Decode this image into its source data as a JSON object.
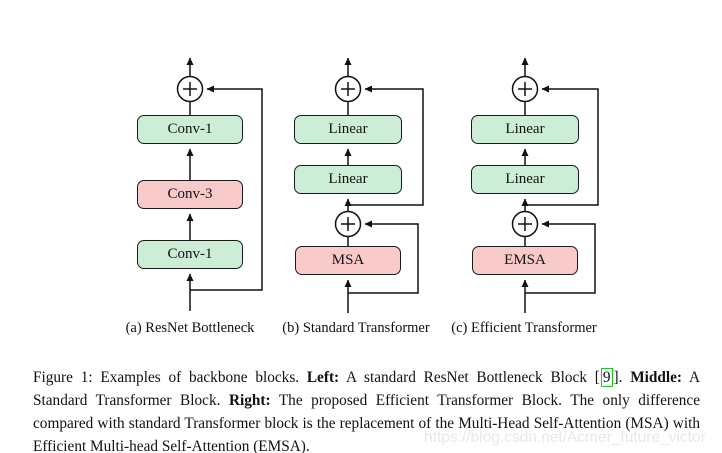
{
  "figure": {
    "diagrams": [
      {
        "caption": "(a) ResNet Bottleneck",
        "blocks": [
          {
            "label": "Conv-1",
            "color": "green"
          },
          {
            "label": "Conv-3",
            "color": "pink"
          },
          {
            "label": "Conv-1",
            "color": "green"
          }
        ]
      },
      {
        "caption": "(b) Standard Transformer",
        "blocks": [
          {
            "label": "Linear",
            "color": "green"
          },
          {
            "label": "Linear",
            "color": "green"
          },
          {
            "label": "MSA",
            "color": "pink"
          }
        ]
      },
      {
        "caption": "(c) Efficient Transformer",
        "blocks": [
          {
            "label": "Linear",
            "color": "green"
          },
          {
            "label": "Linear",
            "color": "green"
          },
          {
            "label": "EMSA",
            "color": "pink"
          }
        ]
      }
    ],
    "caption": {
      "prefix": "Figure 1: Examples of backbone blocks. ",
      "left_label": "Left:",
      "left_text": " A standard ResNet Bottleneck Block [",
      "citation": "9",
      "after_citation": "]. ",
      "middle_label": "Middle:",
      "middle_text": " A Standard Transformer Block. ",
      "right_label": "Right:",
      "right_text": " The proposed Efficient Transformer Block. The only difference compared with standard Transformer block is the replacement of the Multi-Head Self-Attention (MSA) with Efficient Multi-head Self-Attention (EMSA)."
    },
    "watermark": "https://blog.csdn.net/Acmer_future_victor"
  },
  "colors": {
    "block_green": "#cdeed6",
    "block_pink": "#f9caca",
    "line_stroke": "#111111",
    "citation_green": "#1ecb1e",
    "watermark_gray": "#e8e8e8"
  }
}
